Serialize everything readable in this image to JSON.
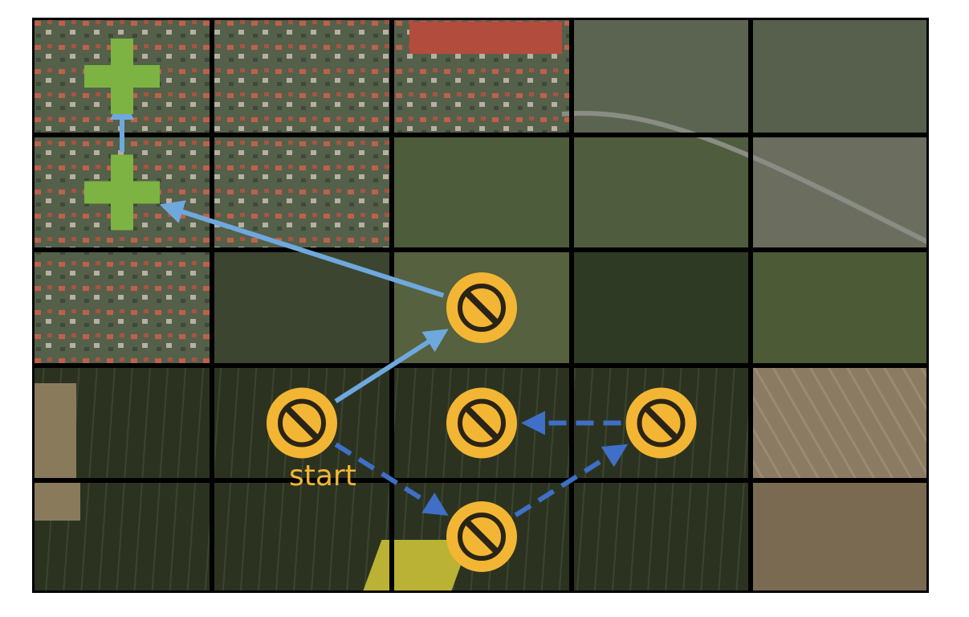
{
  "map": {
    "grid": {
      "rows": 5,
      "cols": 5
    },
    "start_label": "start",
    "legend_colors": {
      "goal": "#7cb342",
      "obstacle": "#f3b634",
      "chosen_path": "#6fa8dc",
      "explored_path": "#3f6fc6",
      "grid_line": "#000000"
    },
    "markers": [
      {
        "type": "goal",
        "icon": "plus-icon",
        "row": 0,
        "col": 0
      },
      {
        "type": "goal",
        "icon": "plus-icon",
        "row": 1,
        "col": 0
      },
      {
        "type": "blocked",
        "icon": "no-entry-icon",
        "row": 2,
        "col": 2
      },
      {
        "type": "blocked",
        "icon": "no-entry-icon",
        "row": 3,
        "col": 1,
        "label": "start"
      },
      {
        "type": "blocked",
        "icon": "no-entry-icon",
        "row": 3,
        "col": 2
      },
      {
        "type": "blocked",
        "icon": "no-entry-icon",
        "row": 3,
        "col": 3
      },
      {
        "type": "blocked",
        "icon": "no-entry-icon",
        "row": 4,
        "col": 2
      }
    ],
    "paths": [
      {
        "style": "solid",
        "from": [
          3,
          1
        ],
        "to": [
          2,
          2
        ]
      },
      {
        "style": "solid",
        "from": [
          2,
          2
        ],
        "to": [
          1,
          0
        ]
      },
      {
        "style": "solid",
        "from": [
          1,
          0
        ],
        "to": [
          0,
          0
        ]
      },
      {
        "style": "dashed",
        "from": [
          3,
          1
        ],
        "to": [
          4,
          2
        ]
      },
      {
        "style": "dashed",
        "from": [
          4,
          2
        ],
        "to": [
          3,
          3
        ]
      },
      {
        "style": "dashed",
        "from": [
          3,
          3
        ],
        "to": [
          3,
          2
        ]
      }
    ]
  }
}
